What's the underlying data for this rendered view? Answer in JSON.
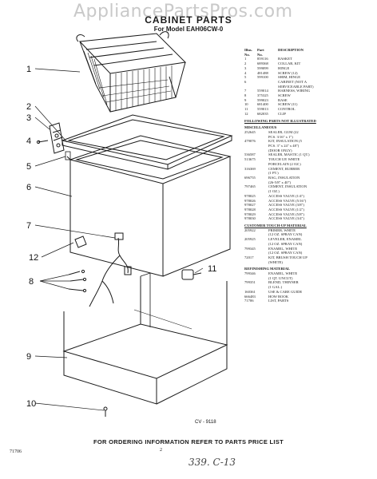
{
  "watermark": "AppliancePartsPros.com",
  "title": "CABINET PARTS",
  "subtitle": "For Model EAH06CW-0",
  "callouts": [
    "1",
    "2",
    "3",
    "4",
    "5",
    "6",
    "7",
    "8",
    "9",
    "10",
    "11",
    "12"
  ],
  "figure_ref": "CV - 9118",
  "parts_header": {
    "illus": "Illus.",
    "part": "Part",
    "desc": "DESCRIPTION",
    "no1": "No.",
    "no2": "No."
  },
  "parts": [
    {
      "illus": "1",
      "part": "859116",
      "desc": "BASKET"
    },
    {
      "illus": "2",
      "part": "689368",
      "desc": "COLLAR, KIT"
    },
    {
      "illus": "3",
      "part": "599099",
      "desc": "HINGE"
    },
    {
      "illus": "4",
      "part": "481488",
      "desc": "SCREW (12)"
    },
    {
      "illus": "5",
      "part": "599100",
      "desc": "SHIM, HINGE"
    },
    {
      "illus": "6",
      "part": "",
      "desc": "CABINET (NOT A"
    },
    {
      "illus": "",
      "part": "",
      "desc": "SERVICEABLE PART)"
    },
    {
      "illus": "7",
      "part": "559014",
      "desc": "HARNESS, WIRING"
    },
    {
      "illus": "8",
      "part": "375325",
      "desc": "SCREW"
    },
    {
      "illus": "9",
      "part": "599023",
      "desc": "BASE"
    },
    {
      "illus": "10",
      "part": "681400",
      "desc": "SCREW (11)"
    },
    {
      "illus": "11",
      "part": "559013",
      "desc": "CONTROL"
    },
    {
      "illus": "12",
      "part": "682035",
      "desc": "CLIP"
    }
  ],
  "not_illustrated_heading": "FOLLOWING PARTS NOT ILLUSTRATED",
  "misc_heading": "MISCELLANEOUS",
  "misc": [
    {
      "part": "252645",
      "desc": "SEALER, GUM (22"
    },
    {
      "part": "",
      "desc": "PCS. 3/16\" x 1\")"
    },
    {
      "part": "479076",
      "desc": "KIT, INSULATION (5"
    },
    {
      "part": "",
      "desc": "PCS. 3\" x 24\" x 48\")"
    },
    {
      "part": "",
      "desc": "(DOOR ONLY)"
    },
    {
      "part": "536587",
      "desc": "SEALER, MASTIC (1 QT.)"
    },
    {
      "part": "513675",
      "desc": "TOUCH UP, WHITE"
    },
    {
      "part": "",
      "desc": "PORCELAIN (2 OZ.)"
    },
    {
      "part": "316369",
      "desc": "CEMENT, RUBBER"
    },
    {
      "part": "",
      "desc": "(1 PT.)"
    },
    {
      "part": "696755",
      "desc": "BAG, INSULATION"
    },
    {
      "part": "",
      "desc": "(26-5/8\" x 40\")"
    },
    {
      "part": "797465",
      "desc": "CEMENT, INSULATION"
    },
    {
      "part": "",
      "desc": "(1 OZ.)"
    },
    {
      "part": "978025",
      "desc": "ACCESS VALVE (1/4\")"
    },
    {
      "part": "978026",
      "desc": "ACCESS VALVE (5/16\")"
    },
    {
      "part": "978027",
      "desc": "ACCESS VALVE (3/8\")"
    },
    {
      "part": "978028",
      "desc": "ACCESS VALVE (1/2\")"
    },
    {
      "part": "978029",
      "desc": "ACCESS VALVE (5/8\")"
    },
    {
      "part": "978030",
      "desc": "ACCESS VALVE (3/4\")"
    }
  ],
  "touchup_heading": "CUSTOMER TOUCH-UP MATERIAL",
  "touchup": [
    {
      "part": "205922",
      "desc": "PRIMER, WHITE"
    },
    {
      "part": "",
      "desc": "(12 OZ. SPRAY CAN)"
    },
    {
      "part": "205925",
      "desc": "LEVELER, ENAMEL"
    },
    {
      "part": "",
      "desc": "(12 OZ. SPRAY CAN)"
    },
    {
      "part": "799345",
      "desc": "ENAMEL, WHITE"
    },
    {
      "part": "",
      "desc": "(12 OZ. SPRAY CAN)"
    },
    {
      "part": "72017",
      "desc": "KIT, BRUSH TOUCH UP"
    },
    {
      "part": "",
      "desc": "(WHITE)"
    }
  ],
  "refinish_heading": "REFINISHING MATERIAL",
  "refinish": [
    {
      "part": "799346",
      "desc": "ENAMEL, WHITE"
    },
    {
      "part": "",
      "desc": "(1 QT. UNCUT)"
    },
    {
      "part": "799351",
      "desc": "BLEND, THINNER"
    },
    {
      "part": "",
      "desc": "(1 GAL.)"
    },
    {
      "part": "160361",
      "desc": "USE & CARE GUIDE"
    },
    {
      "part": "666483",
      "desc": "HOW BOOK"
    },
    {
      "part": "71706",
      "desc": "LIST, PARTS"
    }
  ],
  "footer": "FOR ORDERING INFORMATION REFER TO PARTS PRICE LIST",
  "page_number": "2",
  "form_code": "71706",
  "handwritten_note": "339. C-13"
}
